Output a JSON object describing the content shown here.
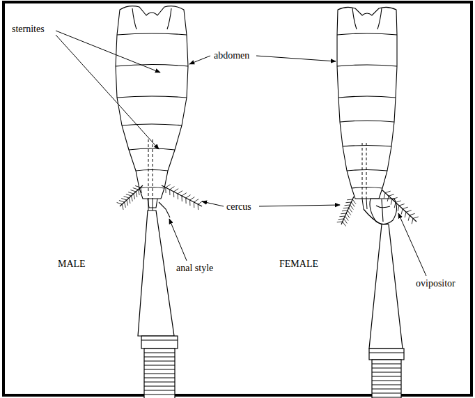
{
  "diagram": {
    "labels": [
      "sternites",
      "abdomen",
      "cercus",
      "anal style",
      "MALE",
      "FEMALE",
      "ovipositor"
    ]
  }
}
